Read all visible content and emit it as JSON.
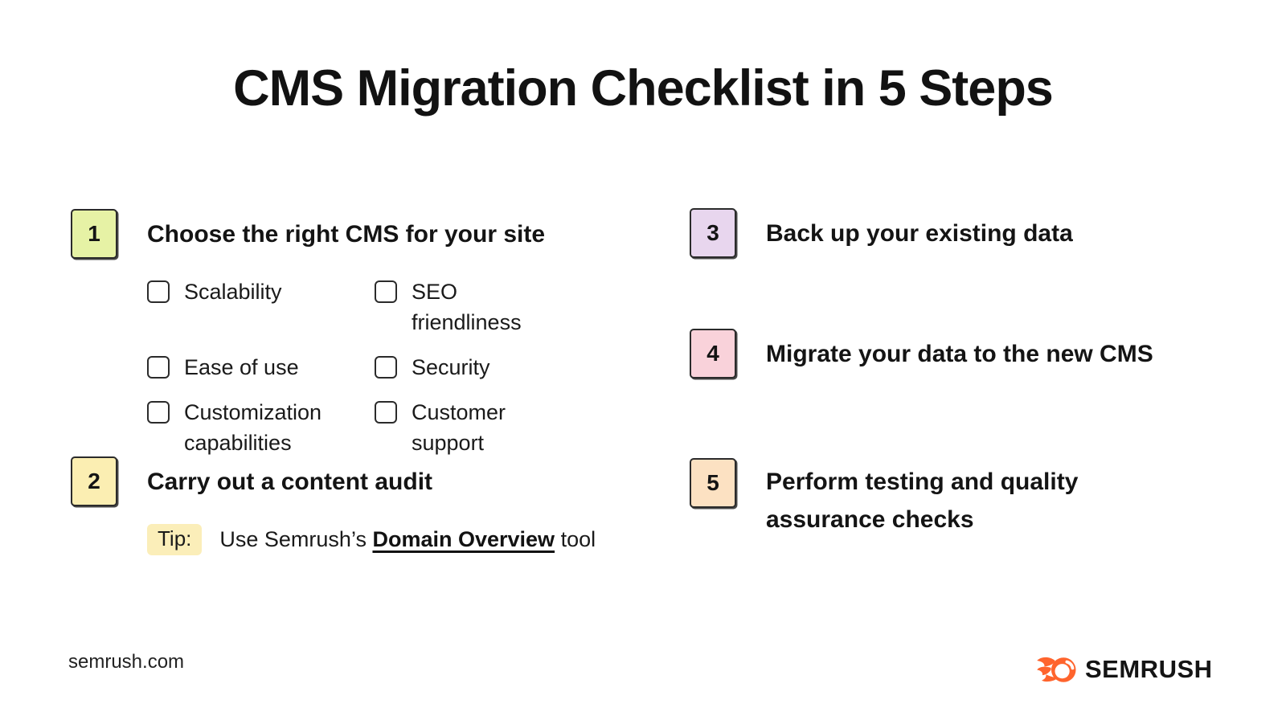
{
  "title": "CMS Migration Checklist in 5 Steps",
  "steps": [
    {
      "number": "1",
      "label": "Choose the right CMS for your site",
      "box_color": "#e6f2a5"
    },
    {
      "number": "2",
      "label": "Carry out a content audit",
      "box_color": "#fbeeb2"
    },
    {
      "number": "3",
      "label": "Back up your existing data",
      "box_color": "#e8d6ee"
    },
    {
      "number": "4",
      "label": "Migrate your data to the new CMS",
      "box_color": "#f9d2da"
    },
    {
      "number": "5",
      "label": "Perform testing and quality assurance checks",
      "box_color": "#fce1c2"
    }
  ],
  "checklist": {
    "column1": [
      "Scalability",
      "Ease of use",
      "Customization capabilities"
    ],
    "column2": [
      "SEO friendliness",
      "Security",
      "Customer support"
    ]
  },
  "tip": {
    "label": "Tip:",
    "highlight_color": "#fbeeb9",
    "text_before": "Use Semrush’s ",
    "link_text": "Domain Overview",
    "text_after": " tool"
  },
  "footer": {
    "site": "semrush.com",
    "brand": "SEMRUSH",
    "logo_color": "#FF642D"
  }
}
